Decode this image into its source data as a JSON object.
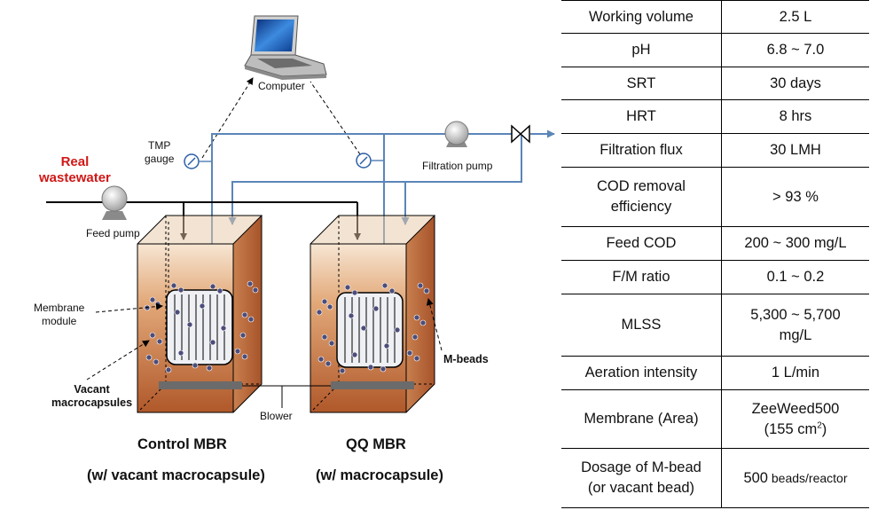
{
  "labels": {
    "computer": "Computer",
    "tmp_gauge_line1": "TMP",
    "tmp_gauge_line2": "gauge",
    "filtration_pump": "Filtration pump",
    "real_wastewater_line1": "Real",
    "real_wastewater_line2": "wastewater",
    "feed_pump": "Feed pump",
    "membrane_module_line1": "Membrane",
    "membrane_module_line2": "module",
    "vacant_macrocapsules_line1": "Vacant",
    "vacant_macrocapsules_line2": "macrocapsules",
    "m_beads": "M-beads",
    "blower": "Blower",
    "control_mbr_title": "Control MBR",
    "control_mbr_subtitle": "(w/ vacant macrocapsule)",
    "qq_mbr_title": "QQ MBR",
    "qq_mbr_subtitle": "(w/ macrocapsule)"
  },
  "colors": {
    "blue_pipe": "#5b86b8",
    "red_text": "#d01818",
    "sludge_top": "#f6e3cf",
    "sludge_bottom": "#b35f2c",
    "bar": "#6b6b6b"
  },
  "table": [
    {
      "parameter": "Working volume",
      "value": "2.5 L"
    },
    {
      "parameter": "pH",
      "value": "6.8 ~ 7.0"
    },
    {
      "parameter": "SRT",
      "value": "30 days"
    },
    {
      "parameter": "HRT",
      "value": "8 hrs"
    },
    {
      "parameter": "Filtration flux",
      "value": "30 LMH"
    },
    {
      "parameter_line1": "COD removal",
      "parameter_line2": "efficiency",
      "value": "> 93 %"
    },
    {
      "parameter": "Feed COD",
      "value": "200 ~ 300 mg/L"
    },
    {
      "parameter": "F/M ratio",
      "value": "0.1 ~ 0.2"
    },
    {
      "parameter": "MLSS",
      "value_line1": "5,300 ~ 5,700",
      "value_line2": "mg/L"
    },
    {
      "parameter": "Aeration intensity",
      "value": "1 L/min"
    },
    {
      "parameter": "Membrane (Area)",
      "value_line1": "ZeeWeed500",
      "value_line2_pre": "(155 cm",
      "value_line2_sup": "2",
      "value_line2_post": ")"
    },
    {
      "parameter_line1": "Dosage of M-bead",
      "parameter_line2": "(or vacant bead)",
      "value_num": "500",
      "value_unit": " beads/reactor"
    }
  ]
}
